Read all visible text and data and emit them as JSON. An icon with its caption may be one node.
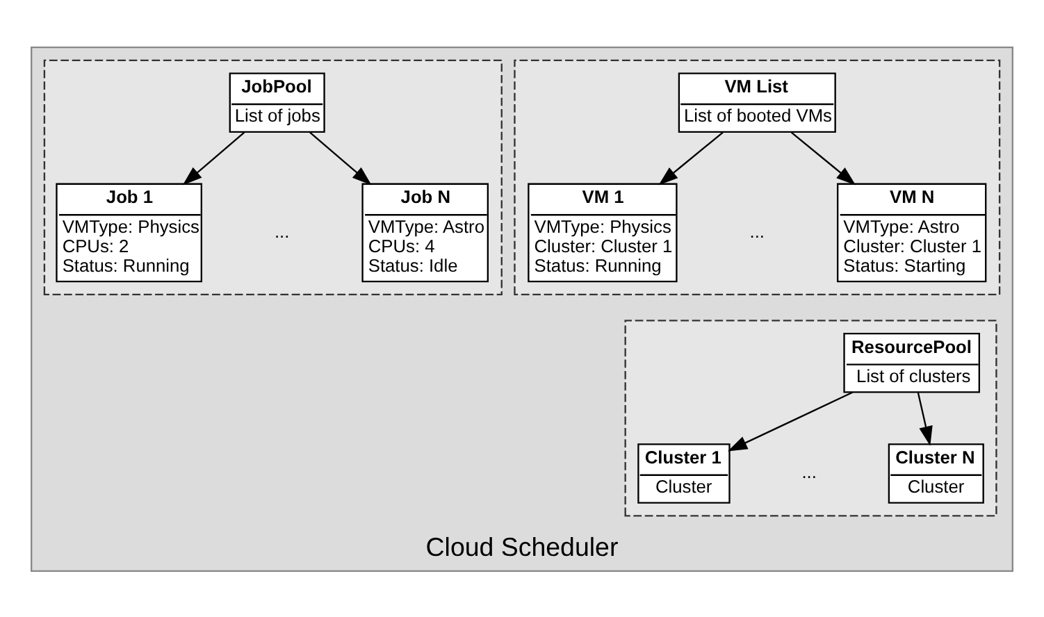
{
  "diagram": {
    "nodes": [
      {
        "text": [
          "Cloud Scheduler"
        ]
      },
      {
        "text": [],
        "shape": "box",
        "in": 0
      },
      {
        "text": [
          "VM List",
          "List of booted VMs"
        ],
        "in": 1
      },
      {
        "text": [
          "VM 1",
          "VMType: Physics",
          "Cluster: Cluster 1",
          "Status: Running"
        ],
        "in": 1
      },
      {
        "text": [
          "VM N",
          "VMType: Astro",
          "Cluster: Cluster 1",
          "Status: Starting"
        ],
        "in": 1
      },
      {
        "text": [],
        "shape": "box",
        "in": 0
      },
      {
        "text": [
          "JobPool",
          "List of jobs"
        ],
        "in": 5
      },
      {
        "text": [
          "Job 1",
          "VMType: Physics",
          "CPUs: 2",
          "Status: Running"
        ],
        "in": 5
      },
      {
        "text": [
          "Job N",
          "VMType: Astro",
          "CPUs: 4",
          "Status: Idle"
        ],
        "in": 5
      },
      {
        "text": [],
        "shape": "box",
        "in": 0
      },
      {
        "text": [
          "ResourcePool",
          "List of clusters"
        ],
        "in": 9
      },
      {
        "text": [
          "Cluster 1",
          "Cluster"
        ],
        "in": 9
      },
      {
        "text": [
          "Cluster N",
          "Cluster"
        ],
        "in": 9
      }
    ],
    "edges": [
      {
        "from": 2,
        "to": 3,
        "arrow": "to"
      },
      {
        "from": 2,
        "to": 4,
        "arrow": "to"
      },
      {
        "from": 6,
        "to": 7,
        "arrow": "to"
      },
      {
        "from": 6,
        "to": 8,
        "arrow": "to"
      },
      {
        "from": 10,
        "to": 11,
        "arrow": "to"
      },
      {
        "from": 10,
        "to": 12,
        "arrow": "to"
      }
    ],
    "labels": [
      "...",
      "...",
      "..."
    ]
  }
}
